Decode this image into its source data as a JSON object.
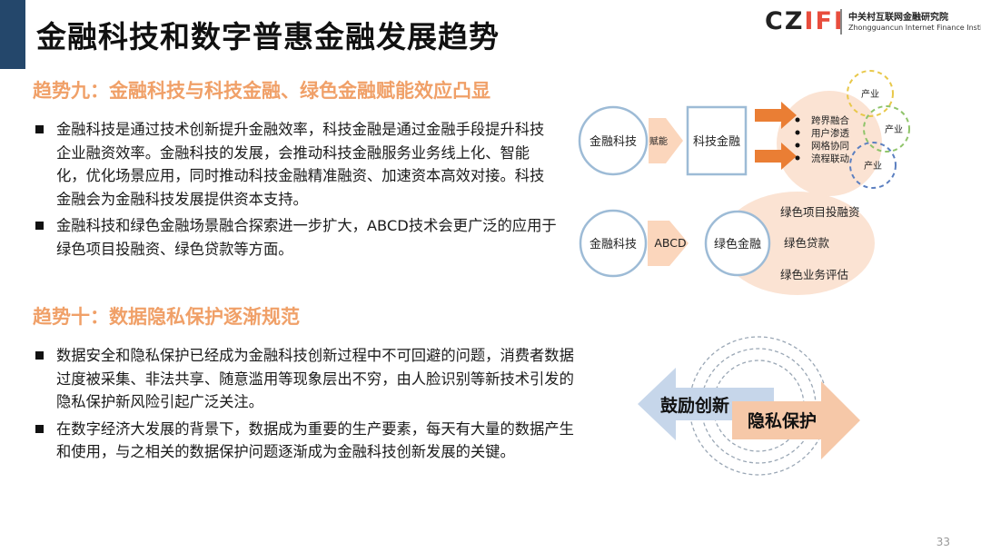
{
  "page_title": "金融科技和数字普惠金融发展趋势",
  "logo": {
    "mark_prefix": "CZ",
    "mark_highlight": "IFI",
    "name_cn": "中关村互联网金融研究院",
    "name_en": "Zhongguancun Internet Finance Institute"
  },
  "trend9": {
    "heading": "趋势九：金融科技与科技金融、绿色金融赋能效应凸显",
    "bullets": [
      "金融科技是通过技术创新提升金融效率，科技金融是通过金融手段提升科技企业融资效率。金融科技的发展，会推动科技金融服务业务线上化、智能化，优化场景应用，同时推动科技金融精准融资、加速资本高效对接。科技金融会为金融科技发展提供资本支持。",
      "金融科技和绿色金融场景融合探索进一步扩大，ABCD技术会更广泛的应用于绿色项目投融资、绿色贷款等方面。"
    ]
  },
  "trend10": {
    "heading": "趋势十：数据隐私保护逐渐规范",
    "bullets": [
      "数据安全和隐私保护已经成为金融科技创新过程中不可回避的问题，消费者数据过度被采集、非法共享、随意滥用等现象层出不穷，由人脸识别等新技术引发的隐私保护新风险引起广泛关注。",
      "在数字经济大发展的背景下，数据成为重要的生产要素，每天有大量的数据产生和使用，与之相关的数据保护问题逐渐成为金融科技创新发展的关键。"
    ]
  },
  "diagram1": {
    "fintech": "金融科技",
    "enable": "赋能",
    "tech_finance": "科技金融",
    "items": [
      "跨界融合",
      "用户渗透",
      "网格协同",
      "流程联动"
    ],
    "industry": "产业"
  },
  "diagram2": {
    "fintech": "金融科技",
    "abcd": "ABCD",
    "green_finance": "绿色金融",
    "items": [
      "绿色项目投融资",
      "绿色贷款",
      "绿色业务评估"
    ]
  },
  "diagram3": {
    "left": "鼓励创新",
    "right": "隐私保护"
  },
  "page_number": "33",
  "colors": {
    "title_bar": "#24476b",
    "heading_orange": "#f0a068",
    "arrow_orange": "#ea7e34",
    "circle_blue": "#9dbbd6",
    "peach": "#fbe3d3",
    "dash_yellow": "#e8c84a",
    "dash_green": "#8fc46a",
    "dash_blue": "#5b7fc0",
    "innovate_arrow": "#c6d6ea",
    "privacy_arrow": "#f6c8a8"
  }
}
